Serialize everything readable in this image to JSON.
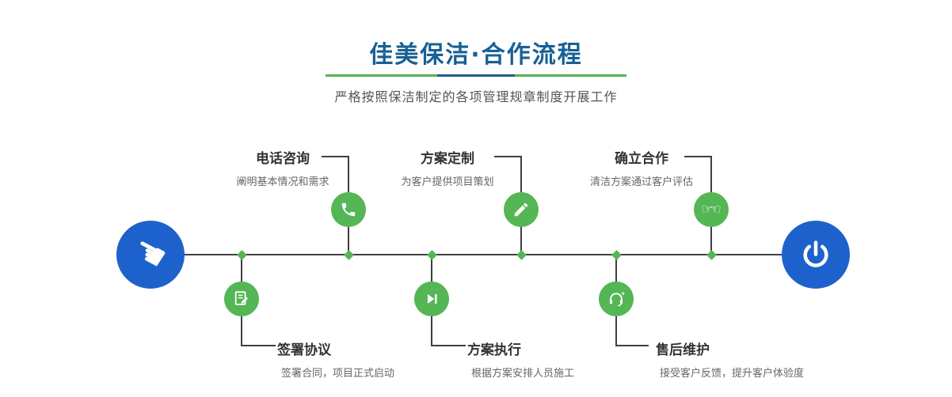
{
  "header": {
    "title": "佳美保洁·合作流程",
    "subtitle": "严格按照保洁制定的各项管理规章制度开展工作"
  },
  "colors": {
    "title_blue": "#176094",
    "accent_green": "#54b654",
    "accent_blue": "#1d62cc",
    "line_dark": "#3f3f3f"
  },
  "flow": {
    "start": {
      "icon": "pointing-hand-icon",
      "glyph": "☚"
    },
    "end": {
      "icon": "power-icon"
    },
    "steps_top": [
      {
        "title": "电话咨询",
        "desc": "阐明基本情况和需求",
        "icon": "phone-icon"
      },
      {
        "title": "方案定制",
        "desc": "为客户提供项目策划",
        "icon": "design-pencil-icon"
      },
      {
        "title": "确立合作",
        "desc": "清洁方案通过客户评估",
        "icon": "handshake-icon",
        "glyphs": "☞☜"
      }
    ],
    "steps_bottom": [
      {
        "title": "签署协议",
        "desc": "签署合同，项目正式启动",
        "icon": "contract-icon"
      },
      {
        "title": "方案执行",
        "desc": "根据方案安排人员施工",
        "icon": "play-next-icon"
      },
      {
        "title": "售后维护",
        "desc": "接受客户反馈，提升客户体验度",
        "icon": "headset-support-icon"
      }
    ]
  }
}
